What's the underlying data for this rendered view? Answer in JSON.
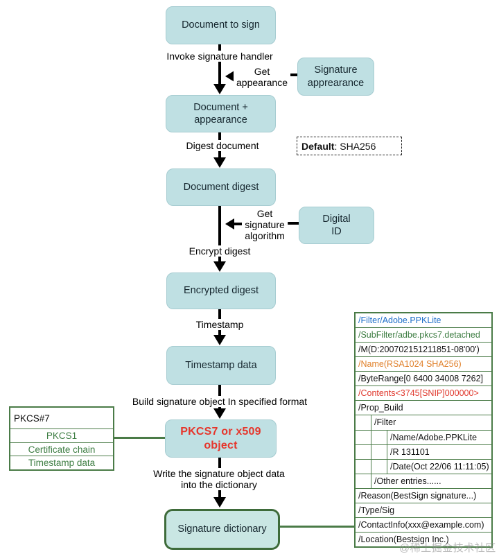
{
  "flow": {
    "box_document_to_sign": "Document to sign",
    "label_invoke": "Invoke signature handler",
    "label_get_appearance": "Get\nappearance",
    "box_signature_appearance": "Signature\napprearance",
    "box_document_appearance": "Document +\nappearance",
    "label_digest_document": "Digest document",
    "default_note_bold": "Default",
    "default_note_rest": ": SHA256",
    "box_document_digest": "Document digest",
    "label_get_sig_algorithm": "Get\nsignature\nalgorithm",
    "box_digital_id": "Digital\nID",
    "label_encrypt_digest": "Encrypt digest",
    "box_encrypted_digest": "Encrypted digest",
    "label_timestamp": "Timestamp",
    "box_timestamp_data": "Timestamp data",
    "label_build": "Build signature object In specified format",
    "box_pkcs7_object": "PKCS7  or x509 object",
    "label_write": "Write the signature object data\ninto the dictionary",
    "box_signature_dictionary": "Signature dictionary"
  },
  "pkcs7_table": {
    "header": "PKCS#7",
    "rows": [
      "PKCS1",
      "Certificate chain",
      "Timestamp data"
    ]
  },
  "dictionary_table": {
    "rows": [
      {
        "text": "/Filter/Adobe.PPKLite",
        "indent": 0,
        "color": "#1e6ec8"
      },
      {
        "text": "/SubFilter/adbe.pkcs7.detached",
        "indent": 0,
        "color": "#3d7d42"
      },
      {
        "text": "/M(D:200702151211851-08'00')",
        "indent": 0,
        "color": "#111111"
      },
      {
        "text": "/Name(RSA1024 SHA256)",
        "indent": 0,
        "color": "#e0802a"
      },
      {
        "text": "/ByteRange[0 6400 34008 7262]",
        "indent": 0,
        "color": "#111111"
      },
      {
        "text": "/Contents<3745[SNIP]000000>",
        "indent": 0,
        "color": "#e0372c"
      },
      {
        "text": "/Prop_Build",
        "indent": 0,
        "color": "#111111"
      },
      {
        "text": "/Filter",
        "indent": 1,
        "color": "#111111"
      },
      {
        "text": "/Name/Adobe.PPKLite",
        "indent": 2,
        "color": "#111111"
      },
      {
        "text": "/R 131101",
        "indent": 2,
        "color": "#111111"
      },
      {
        "text": "/Date(Oct 22/06 11:11:05)",
        "indent": 2,
        "color": "#111111"
      },
      {
        "text": "/Other entries......",
        "indent": 1,
        "color": "#111111"
      },
      {
        "text": "/Reason(BestSign signature...)",
        "indent": 0,
        "color": "#111111"
      },
      {
        "text": "/Type/Sig",
        "indent": 0,
        "color": "#111111"
      },
      {
        "text": "/ContactInfo(xxx@example.com)",
        "indent": 0,
        "color": "#111111"
      },
      {
        "text": "/Location(Bestsign Inc.)",
        "indent": 0,
        "color": "#111111"
      }
    ]
  },
  "watermark": "@稀土掘金技术社区",
  "colors": {
    "box_fill": "#bfe0e3",
    "table_green": "#4a7b47",
    "red_text": "#e6352b",
    "blue_text": "#1e6ec8",
    "orange_text": "#e0802a",
    "green_text": "#3d7d42"
  }
}
